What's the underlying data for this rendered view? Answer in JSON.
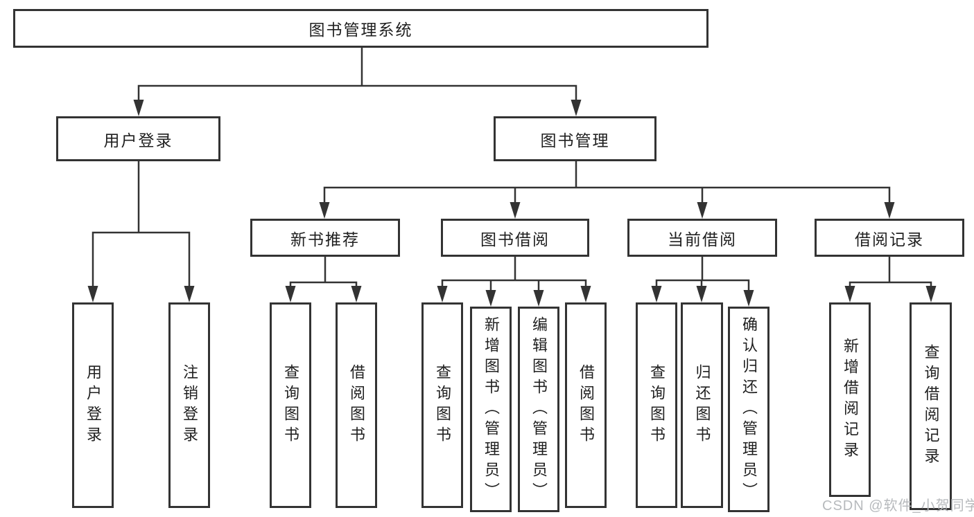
{
  "tree": {
    "root": "图书管理系统",
    "branches": [
      {
        "label": "用户登录",
        "children": [
          "用户登录",
          "注销登录"
        ]
      },
      {
        "label": "图书管理",
        "groups": [
          {
            "label": "新书推荐",
            "children": [
              "查询图书",
              "借阅图书"
            ]
          },
          {
            "label": "图书借阅",
            "children": [
              "查询图书",
              "新增图书（管理员）",
              "编辑图书（管理员）",
              "借阅图书"
            ]
          },
          {
            "label": "当前借阅",
            "children": [
              "查询图书",
              "归还图书",
              "确认归还（管理员）"
            ]
          },
          {
            "label": "借阅记录",
            "children": [
              "新增借阅记录",
              "查询借阅记录"
            ]
          }
        ]
      }
    ]
  },
  "watermark": "CSDN @软件_小贺同学",
  "colors": {
    "line": "#333333",
    "text": "#1f1f1f",
    "watermark": "#b7babd",
    "background": "#ffffff"
  }
}
